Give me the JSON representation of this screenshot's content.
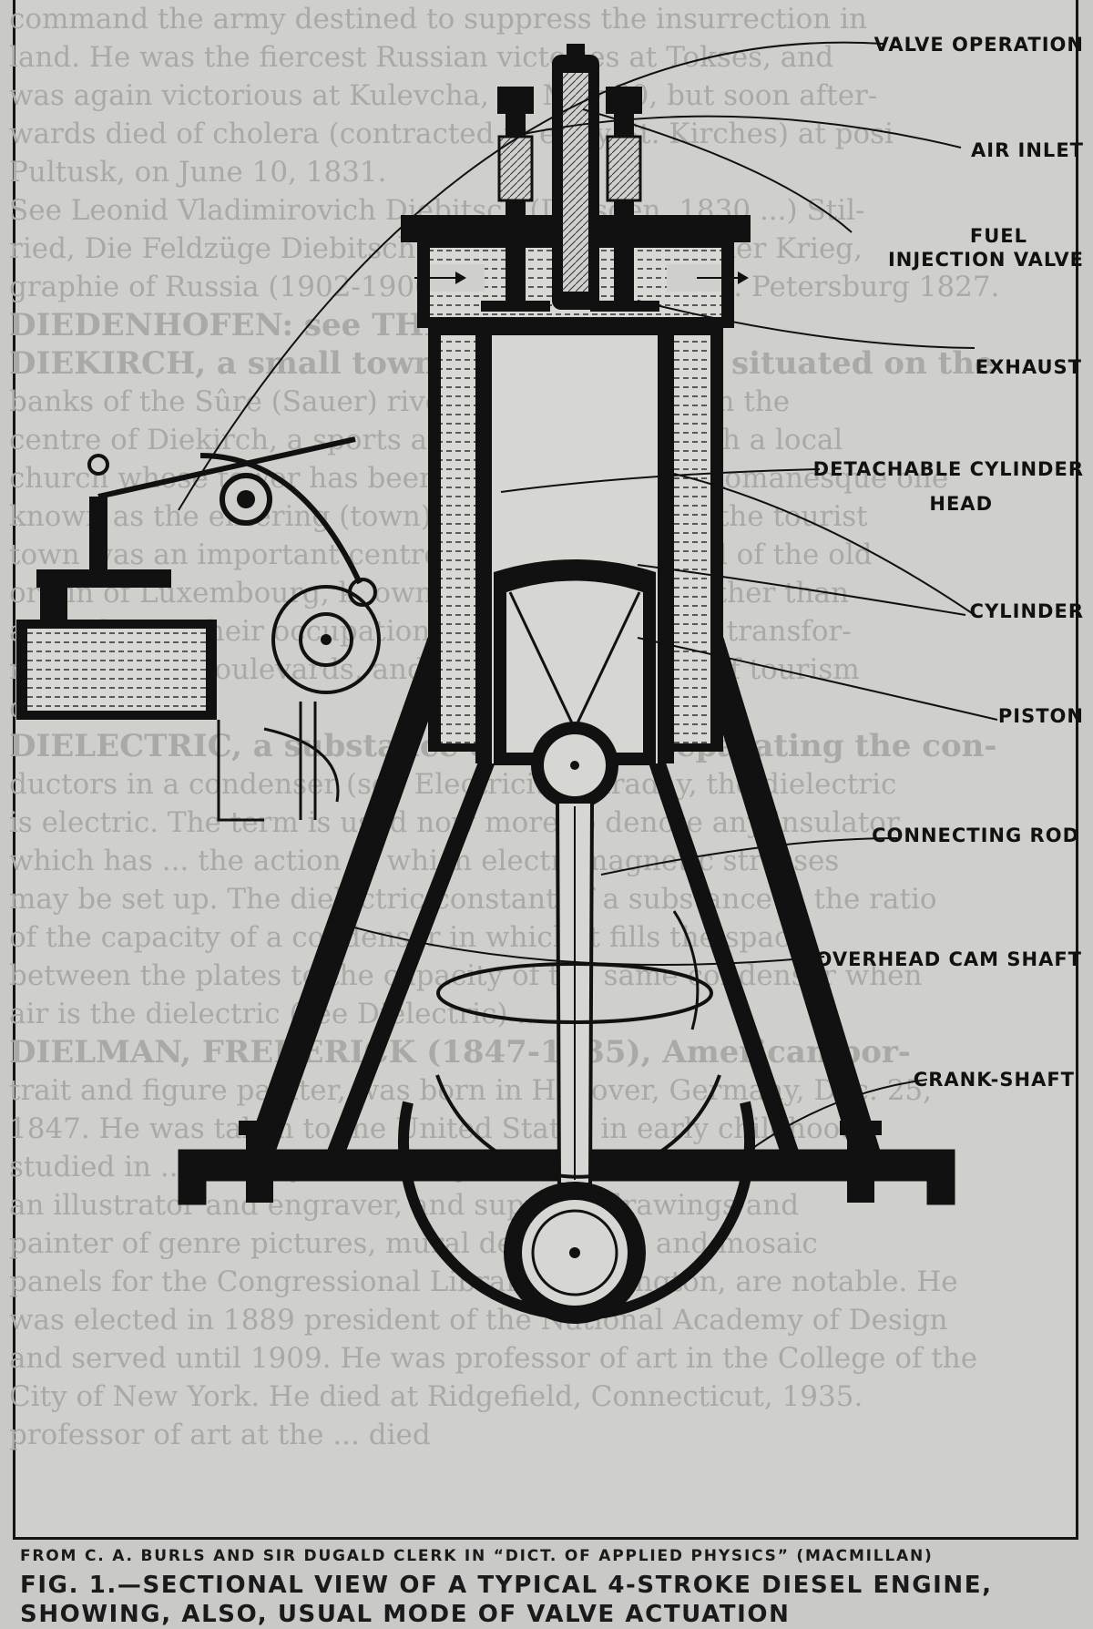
{
  "background_text": [
    "command the army destined to suppress the insurrection in",
    "land. He was the fiercest Russian victories at Tokses, and",
    "was again victorious at Kulevcha, on May 30, but soon after-",
    "wards died of cholera (contracted in early St. Kirches) at posi",
    "Pultusk, on June 10, 1831.",
    "See Leonid Vladimirovich Diebitsch (Dresden, 1830 ...) Stil-",
    "ried, Die Feldzüge Diebitsch's ... Russisch-türkischer Krieg,",
    "graphie of Russia (1902-1906) Bernhard Berlin; St. Petersburg 1827.",
    "DIEDENHOFEN: see THIONVILLE.",
    "DIEKIRCH, a small town of Luxembourg, situated on the",
    "banks of the Sûre (Sauer) river. The main sights in the",
    "centre of Diekirch, a sports and tourist centre with a local",
    "church whose tower has been associated with a Romanesque one",
    "known as the entering (town) a great distance in the tourist",
    "town was an important centre of anti-German and of the old",
    "origin of Luxembourg, known as the vineyards rather than",
    "army during their occupation, which involved the transfor-",
    "mations into boulevards, and the transformation of tourism",
    "centre.",
    "DIELECTRIC, a substance capable of separating the con-",
    "ductors in a condenser (see Electricity, Faraday, the dielectric",
    "is electric. The term is used now more to denote any insulator",
    "which has ... the action of which electromagnetic stresses",
    "may be set up. The dielectric constant of a substance is the ratio",
    "of the capacity of a condenser in which it fills the space",
    "between the plates to the capacity of the same condenser when",
    "air is the dielectric (see Dielectric) ...",
    "DIELMAN, FREDERICK (1847-1935), American por-",
    "trait and figure painter, was born in Hanover, Germany, Dec. 25,",
    "1847. He was taken to the United States in early childhood",
    "studied in ... the Royal Academy at Munich. He was a",
    "an illustrator and engraver, and supplied drawings and",
    "painter of genre pictures, mural decorations and mosaic",
    "panels for the Congressional Library, Washington, are notable. He",
    "was elected in 1889 president of the National Academy of Design",
    "and served until 1909. He was professor of art in the College of the",
    "City of New York. He died at Ridgefield, Connecticut, 1935.",
    "professor of art at the ... died"
  ],
  "labels": {
    "valve_operation": "Valve Operation",
    "air_inlet": "Air Inlet",
    "fuel_1": "Fuel",
    "fuel_2": "Injection Valve",
    "exhaust": "Exhaust",
    "cyl_head_1": "Detachable Cylinder",
    "cyl_head_2": "Head",
    "cylinder": "Cylinder",
    "piston": "Piston",
    "connecting_rod": "Connecting Rod",
    "cam_shaft": "Overhead Cam Shaft",
    "crank_shaft": "Crank-shaft"
  },
  "caption": {
    "credit": "FROM C. A. BURLS AND SIR DUGALD CLERK IN “DICT. OF APPLIED PHYSICS” (MACMILLAN)",
    "title": "FIG. 1.—SECTIONAL VIEW OF A TYPICAL 4-STROKE DIESEL ENGINE, SHOWING, ALSO, USUAL MODE OF VALVE ACTUATION"
  },
  "colors": {
    "ink": "#141414",
    "paper": "#cfcfcc",
    "faded_text": "#a9a9a6"
  }
}
